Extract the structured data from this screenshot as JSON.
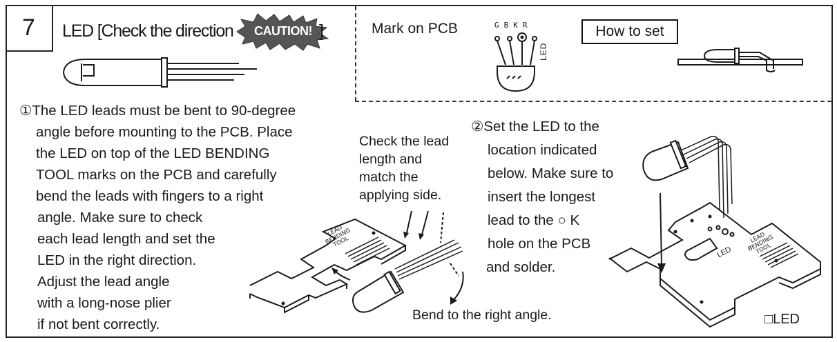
{
  "step": {
    "number": "7"
  },
  "title": {
    "text": "LED [Check the direction",
    "caution": "CAUTION!",
    "close": "]"
  },
  "pcb_mark": {
    "label": "Mark on PCB",
    "pins": [
      "G",
      "B",
      "K",
      "R"
    ],
    "part_label": "LED"
  },
  "how_to_set": {
    "label": "How to set"
  },
  "instruction1": {
    "lines": [
      "①The LED leads must be bent to 90-degree",
      "angle before mounting to the PCB. Place",
      "the LED on top of the LED BENDING",
      "TOOL marks on the PCB and carefully",
      "bend the leads with fingers to a right",
      "angle. Make sure to check",
      "each lead length and set the",
      "LED in the right direction.",
      "Adjust the lead angle",
      "with a long-nose plier",
      "if not bent correctly."
    ]
  },
  "check_note": {
    "lines": [
      "Check the lead",
      "length and",
      "match the",
      "applying side."
    ]
  },
  "bend_note": {
    "text": "Bend to the right angle."
  },
  "tool_label": {
    "lines": [
      "LEAD",
      "BENDING",
      "TOOL"
    ]
  },
  "instruction2": {
    "lines": [
      "②Set the LED to the",
      "location indicated",
      "below. Make sure to",
      "insert the longest",
      "lead to the  ○ K",
      "hole on the PCB",
      "and solder."
    ]
  },
  "right_tool_label": {
    "lines": [
      "LEAD",
      "BENDING",
      "TOOL"
    ]
  },
  "pcb_led_label": "LED",
  "part_tag": {
    "text": "□LED"
  }
}
